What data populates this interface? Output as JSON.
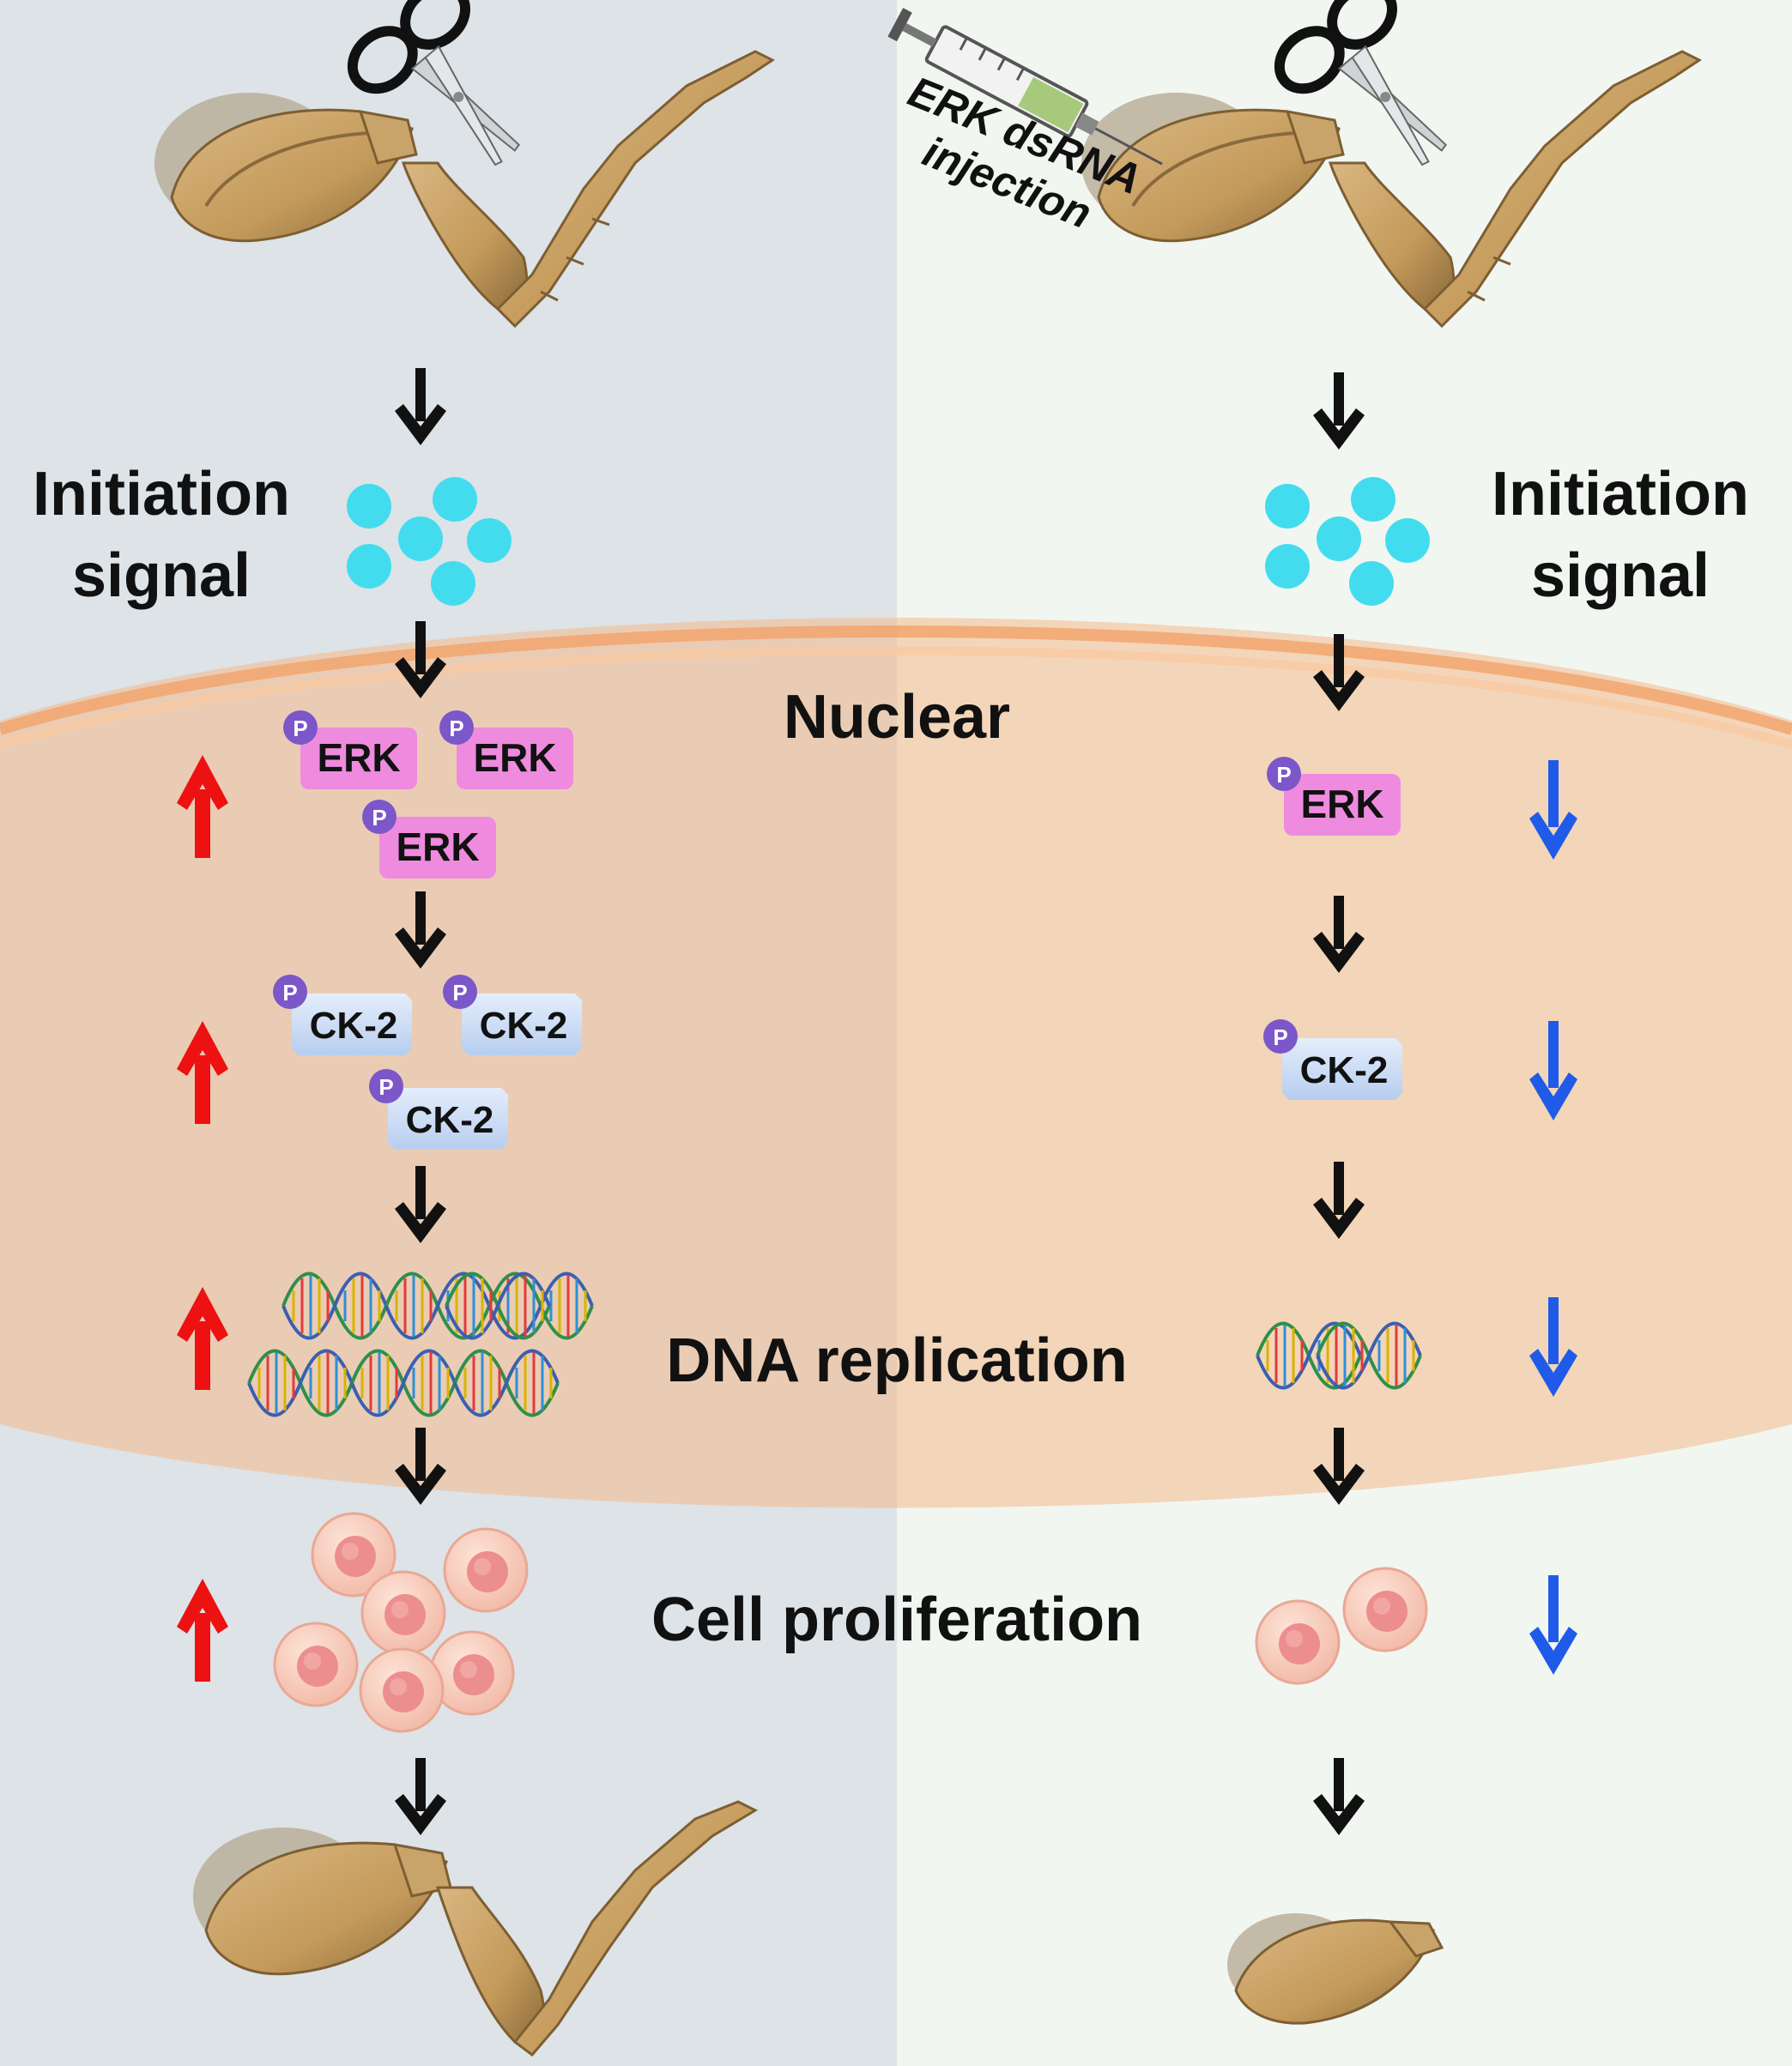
{
  "colors": {
    "left_panel_bg": "#dde3e7",
    "right_panel_bg": "#f1f6f1",
    "nucleus_fill": "#f6c39a",
    "nucleus_rim": "#f2b07c",
    "signal_dot": "#43dcef",
    "erk_fill": "#ef8bdf",
    "ck2_fill": "#cfe0f5",
    "phospho_badge": "#7b57c9",
    "arrow_black": "#111111",
    "arrow_up_red": "#ee1111",
    "arrow_down_blue": "#1f5be8",
    "cell_outer": "#f7c6b6",
    "cell_inner": "#ee8f8f",
    "leg_tan": "#c9a46a",
    "leg_dark": "#8a6a3c"
  },
  "injection_label": {
    "line1": "ERK dsRNA",
    "line2": "injection"
  },
  "labels": {
    "initiation_left_line1": "Initiation",
    "initiation_left_line2": "signal",
    "initiation_right_line1": "Initiation",
    "initiation_right_line2": "signal",
    "nuclear": "Nuclear",
    "dna_replication": "DNA replication",
    "cell_proliferation": "Cell proliferation"
  },
  "molecules": {
    "erk": "ERK",
    "ck2": "CK-2",
    "phospho": "P"
  },
  "icons": {
    "scissors": "scissors-icon",
    "syringe": "syringe-icon",
    "leg": "insect-leg-icon",
    "dna": "dna-helix-icon",
    "cell": "cell-icon"
  }
}
